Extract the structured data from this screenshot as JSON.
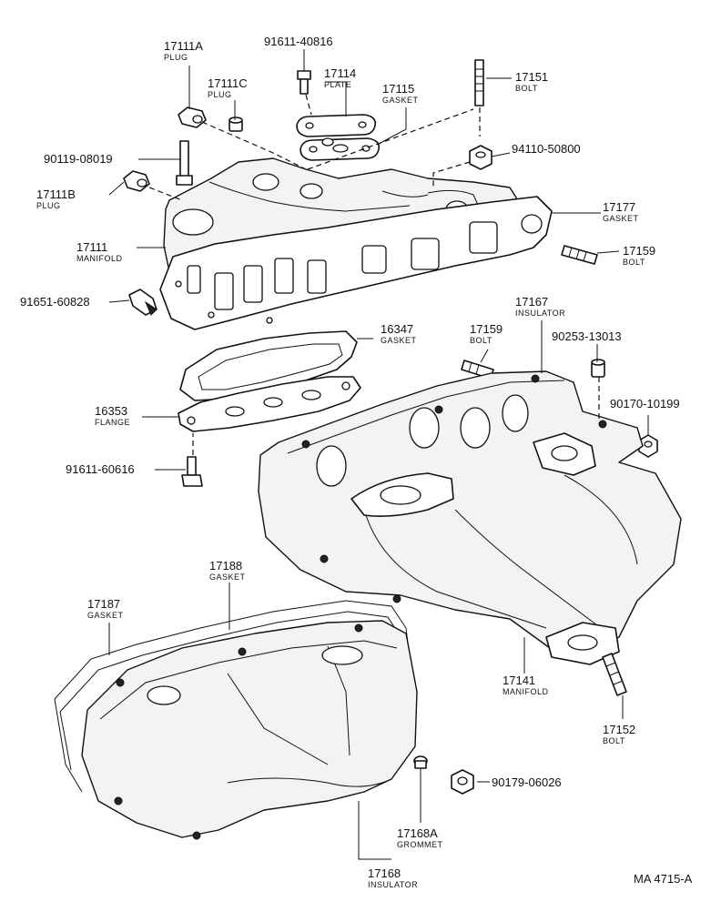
{
  "diagram": {
    "reference": "MA 4715-A",
    "callouts": [
      {
        "id": "17111a",
        "number": "17111A",
        "desc": "PLUG"
      },
      {
        "id": "17111c",
        "number": "17111C",
        "desc": "PLUG"
      },
      {
        "id": "91611-40816",
        "number": "91611-40816",
        "desc": ""
      },
      {
        "id": "17114",
        "number": "17114",
        "desc": "PLATE"
      },
      {
        "id": "17115",
        "number": "17115",
        "desc": "GASKET"
      },
      {
        "id": "17151",
        "number": "17151",
        "desc": "BOLT"
      },
      {
        "id": "90119-08019",
        "number": "90119-08019",
        "desc": ""
      },
      {
        "id": "94110-50800",
        "number": "94110-50800",
        "desc": ""
      },
      {
        "id": "17111b",
        "number": "17111B",
        "desc": "PLUG"
      },
      {
        "id": "17177",
        "number": "17177",
        "desc": "GASKET"
      },
      {
        "id": "17111",
        "number": "17111",
        "desc": "MANIFOLD"
      },
      {
        "id": "17159a",
        "number": "17159",
        "desc": "BOLT"
      },
      {
        "id": "91651-60828",
        "number": "91651-60828",
        "desc": ""
      },
      {
        "id": "17167",
        "number": "17167",
        "desc": "INSULATOR"
      },
      {
        "id": "16347",
        "number": "16347",
        "desc": "GASKET"
      },
      {
        "id": "17159b",
        "number": "17159",
        "desc": "BOLT"
      },
      {
        "id": "90253-13013",
        "number": "90253-13013",
        "desc": ""
      },
      {
        "id": "16353",
        "number": "16353",
        "desc": "FLANGE"
      },
      {
        "id": "90170-10199",
        "number": "90170-10199",
        "desc": ""
      },
      {
        "id": "91611-60616",
        "number": "91611-60616",
        "desc": ""
      },
      {
        "id": "17188",
        "number": "17188",
        "desc": "GASKET"
      },
      {
        "id": "17187",
        "number": "17187",
        "desc": "GASKET"
      },
      {
        "id": "17141",
        "number": "17141",
        "desc": "MANIFOLD"
      },
      {
        "id": "17152",
        "number": "17152",
        "desc": "BOLT"
      },
      {
        "id": "90179-06026",
        "number": "90179-06026",
        "desc": ""
      },
      {
        "id": "17168a",
        "number": "17168A",
        "desc": "GROMMET"
      },
      {
        "id": "17168",
        "number": "17168",
        "desc": "INSULATOR"
      }
    ]
  }
}
